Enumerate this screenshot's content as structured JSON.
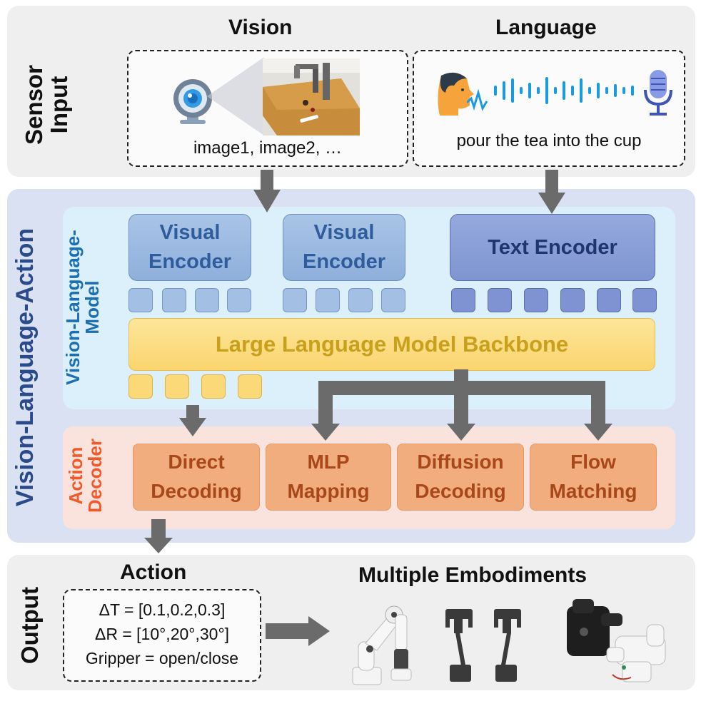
{
  "sensor_input": {
    "label": "Sensor Input",
    "vision_heading": "Vision",
    "language_heading": "Language",
    "vision_caption": "image1, image2, …",
    "language_caption": "pour the tea into the cup"
  },
  "vla": {
    "label": "Vision-Language-Action",
    "vlm": {
      "label": "Vision-Language-Model",
      "visual_encoder_1": "Visual Encoder",
      "visual_encoder_2": "Visual Encoder",
      "text_encoder": "Text Encoder",
      "backbone": "Large Language Model Backbone"
    },
    "action_decoder": {
      "label": "Action Decoder",
      "direct_decoding": "Direct Decoding",
      "mlp_mapping": "MLP Mapping",
      "diffusion_decoding": "Diffusion Decoding",
      "flow_matching": "Flow Matching"
    }
  },
  "output": {
    "label": "Output",
    "action_heading": "Action",
    "delta_t": "ΔT = [0.1,0.2,0.3]",
    "delta_r": "ΔR = [10°,20°,30°]",
    "gripper": "Gripper = open/close",
    "embodiments_heading": "Multiple Embodiments"
  },
  "colors": {
    "panel_gray": "#efefef",
    "vla_panel": "#d9e1f3",
    "vlm_panel": "#dcf0fb",
    "decoder_panel": "#fbe3dd",
    "vlm_label": "#1b6fb3",
    "decoder_label": "#f05a2a",
    "vla_label": "#2a4a8a",
    "arrow": "#6b6b6b"
  },
  "icons": [
    "webcam-icon",
    "robot-scene-image",
    "speaker-face-icon",
    "sound-wave-icon",
    "microphone-icon",
    "robot-arm-image",
    "gripper-arms-image",
    "robot-hand-image"
  ]
}
